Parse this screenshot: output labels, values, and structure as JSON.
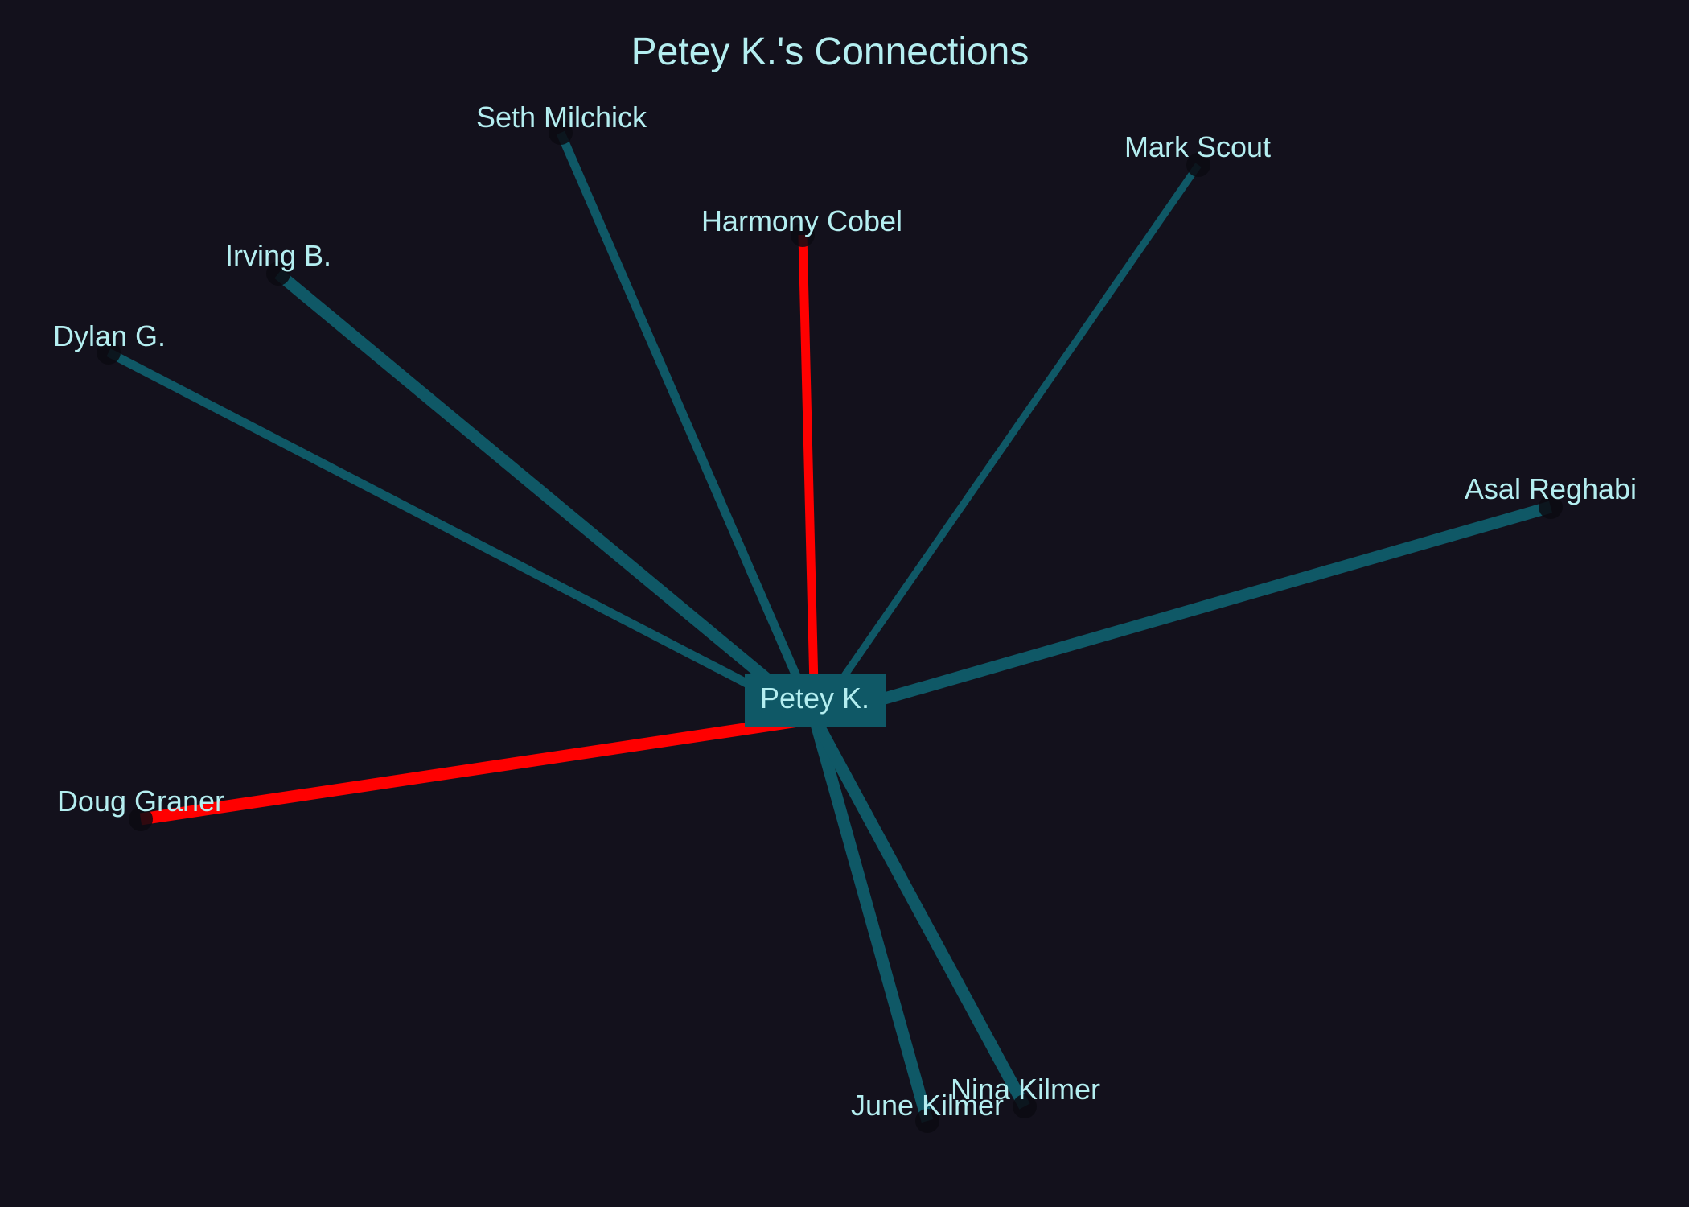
{
  "title": "Petey K.'s Connections",
  "colors": {
    "background": "#13111c",
    "text": "#b4eef0",
    "edge_normal": "#0f5866",
    "edge_highlight": "#ff0000",
    "center_box": "#0f5866"
  },
  "center": {
    "name": "Petey K."
  },
  "connections": [
    {
      "name": "Seth Milchick",
      "highlight": false,
      "weight": "medium"
    },
    {
      "name": "Mark Scout",
      "highlight": false,
      "weight": "thin"
    },
    {
      "name": "Harmony Cobel",
      "highlight": true,
      "weight": "medium"
    },
    {
      "name": "Irving B.",
      "highlight": false,
      "weight": "thick"
    },
    {
      "name": "Dylan G.",
      "highlight": false,
      "weight": "medium"
    },
    {
      "name": "Asal Reghabi",
      "highlight": false,
      "weight": "thick"
    },
    {
      "name": "Doug Graner",
      "highlight": true,
      "weight": "thick"
    },
    {
      "name": "June Kilmer",
      "highlight": false,
      "weight": "thick"
    },
    {
      "name": "Nina Kilmer",
      "highlight": false,
      "weight": "thick"
    }
  ]
}
